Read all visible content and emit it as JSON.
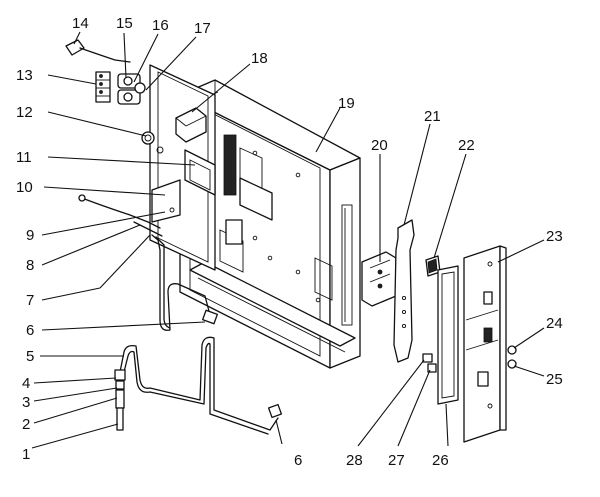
{
  "callouts": [
    {
      "id": "c1",
      "text": "1"
    },
    {
      "id": "c2",
      "text": "2"
    },
    {
      "id": "c3",
      "text": "3"
    },
    {
      "id": "c4",
      "text": "4"
    },
    {
      "id": "c5",
      "text": "5"
    },
    {
      "id": "c6a",
      "text": "6"
    },
    {
      "id": "c6b",
      "text": "6"
    },
    {
      "id": "c7",
      "text": "7"
    },
    {
      "id": "c8",
      "text": "8"
    },
    {
      "id": "c9",
      "text": "9"
    },
    {
      "id": "c10",
      "text": "10"
    },
    {
      "id": "c11",
      "text": "11"
    },
    {
      "id": "c12",
      "text": "12"
    },
    {
      "id": "c13",
      "text": "13"
    },
    {
      "id": "c14",
      "text": "14"
    },
    {
      "id": "c15",
      "text": "15"
    },
    {
      "id": "c16",
      "text": "16"
    },
    {
      "id": "c17",
      "text": "17"
    },
    {
      "id": "c18",
      "text": "18"
    },
    {
      "id": "c19",
      "text": "19"
    },
    {
      "id": "c20",
      "text": "20"
    },
    {
      "id": "c21",
      "text": "21"
    },
    {
      "id": "c22",
      "text": "22"
    },
    {
      "id": "c23",
      "text": "23"
    },
    {
      "id": "c24",
      "text": "24"
    },
    {
      "id": "c25",
      "text": "25"
    },
    {
      "id": "c26",
      "text": "26"
    },
    {
      "id": "c27",
      "text": "27"
    },
    {
      "id": "c28",
      "text": "28"
    }
  ]
}
